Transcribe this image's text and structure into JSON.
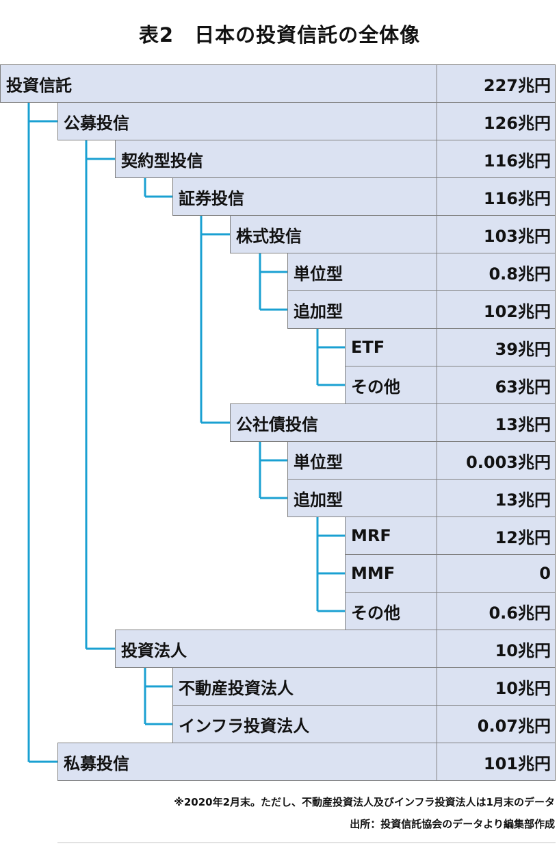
{
  "title": "表2　日本の投資信託の全体像",
  "rows": [
    {
      "label": "投資信託",
      "value": "227兆円"
    },
    {
      "label": "公募投信",
      "value": "126兆円"
    },
    {
      "label": "契約型投信",
      "value": "116兆円"
    },
    {
      "label": "証券投信",
      "value": "116兆円"
    },
    {
      "label": "株式投信",
      "value": "103兆円"
    },
    {
      "label": "単位型",
      "value": "0.8兆円"
    },
    {
      "label": "追加型",
      "value": "102兆円"
    },
    {
      "label": "ETF",
      "value": "39兆円"
    },
    {
      "label": "その他",
      "value": "63兆円"
    },
    {
      "label": "公社債投信",
      "value": "13兆円"
    },
    {
      "label": "単位型",
      "value": "0.003兆円"
    },
    {
      "label": "追加型",
      "value": "13兆円"
    },
    {
      "label": "MRF",
      "value": "12兆円"
    },
    {
      "label": "MMF",
      "value": "0"
    },
    {
      "label": "その他",
      "value": "0.6兆円"
    },
    {
      "label": "投資法人",
      "value": "10兆円"
    },
    {
      "label": "不動産投資法人",
      "value": "10兆円"
    },
    {
      "label": "インフラ投資法人",
      "value": "0.07兆円"
    },
    {
      "label": "私募投信",
      "value": "101兆円"
    }
  ],
  "notes": {
    "note1": "※2020年2月末。ただし、不動産投資法人及びインフラ投資法人は1月末のデータ",
    "source": "出所：投資信託協会のデータより編集部作成"
  },
  "colors": {
    "cell_fill": "#dbe2f2",
    "cell_border": "#7f7f7f",
    "connector": "#1aa0d2"
  }
}
